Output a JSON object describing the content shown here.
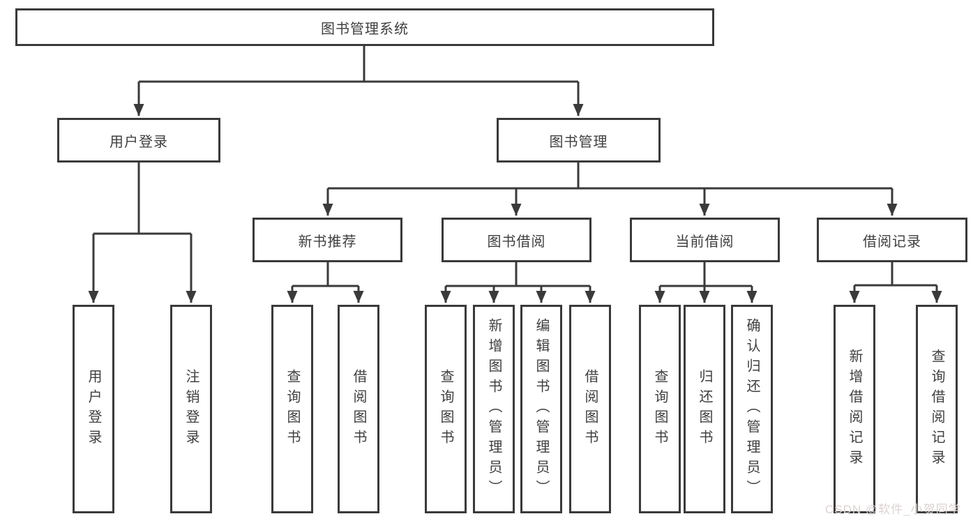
{
  "tree": {
    "label": "图书管理系统",
    "children": [
      {
        "label": "用户登录",
        "children": [
          {
            "label": "用户登录"
          },
          {
            "label": "注销登录"
          }
        ]
      },
      {
        "label": "图书管理",
        "children": [
          {
            "label": "新书推荐",
            "children": [
              {
                "label": "查询图书"
              },
              {
                "label": "借阅图书"
              }
            ]
          },
          {
            "label": "图书借阅",
            "children": [
              {
                "label": "查询图书"
              },
              {
                "label": "新增图书（管理员）"
              },
              {
                "label": "编辑图书（管理员）"
              },
              {
                "label": "借阅图书"
              }
            ]
          },
          {
            "label": "当前借阅",
            "children": [
              {
                "label": "查询图书"
              },
              {
                "label": "归还图书"
              },
              {
                "label": "确认归还（管理员）"
              }
            ]
          },
          {
            "label": "借阅记录",
            "children": [
              {
                "label": "新增借阅记录"
              },
              {
                "label": "查询借阅记录"
              }
            ]
          }
        ]
      }
    ]
  },
  "watermark": {
    "text": "CSDN @软件_小贺同学"
  },
  "colors": {
    "line": "#3a3a3a",
    "text": "#3f3f3f",
    "watermark_color": "#ddd2d2",
    "background": "#ffffff"
  }
}
